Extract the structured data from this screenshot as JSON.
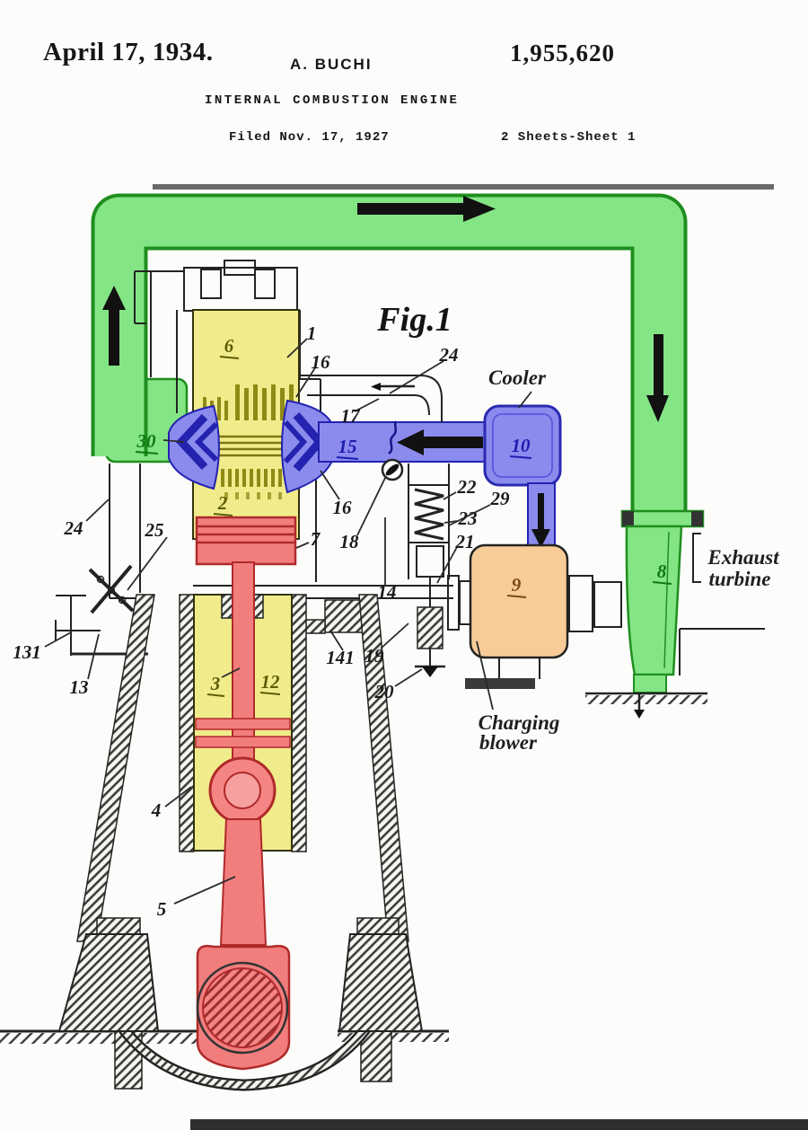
{
  "header": {
    "date": "April 17, 1934.",
    "inventor": "A. BUCHI",
    "patent_number": "1,955,620",
    "title": "INTERNAL COMBUSTION ENGINE",
    "filed_line": "Filed Nov. 17, 1927",
    "sheet_line": "2 Sheets-Sheet 1"
  },
  "figure": {
    "caption": "Fig.1",
    "labels": {
      "cooler": "Cooler",
      "exhaust_turbine_line1": "Exhaust",
      "exhaust_turbine_line2": "turbine",
      "charging_blower_line1": "Charging",
      "charging_blower_line2": "blower"
    },
    "parts": {
      "p1": "1",
      "p2": "2",
      "p3": "3",
      "p4": "4",
      "p5": "5",
      "p6": "6",
      "p7": "7",
      "p8": "8",
      "p9": "9",
      "p10": "10",
      "p12": "12",
      "p13": "13",
      "p131": "131",
      "p14": "14",
      "p141": "141",
      "p15": "15",
      "p16a": "16",
      "p16b": "16",
      "p17": "17",
      "p18": "18",
      "p19": "19",
      "p20": "20",
      "p21": "21",
      "p22": "22",
      "p23": "23",
      "p24a": "24",
      "p24b": "24",
      "p25": "25",
      "p29": "29",
      "p30": "30"
    },
    "colors": {
      "exhaust_green": "#84e585",
      "air_blue": "#8b8bee",
      "cylinder_yellow": "#f1ec8b",
      "piston_red": "#f27d7d",
      "blower_orange": "#f7cc96",
      "line_black": "#1c1c1c"
    }
  }
}
